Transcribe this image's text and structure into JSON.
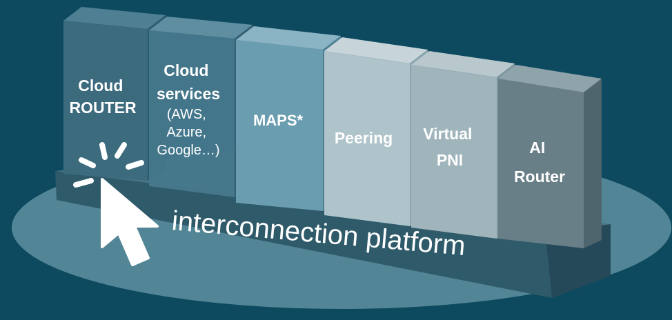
{
  "diagram": {
    "platform_label": "interconnection platform",
    "modules": [
      {
        "id": "cloud-router",
        "lines": [
          "Cloud",
          "ROUTER"
        ],
        "sub_lines": []
      },
      {
        "id": "cloud-services",
        "lines": [
          "Cloud",
          "services"
        ],
        "sub_lines": [
          "(AWS,",
          "Azure,",
          "Google…)"
        ]
      },
      {
        "id": "maps",
        "lines": [
          "MAPS*"
        ],
        "sub_lines": []
      },
      {
        "id": "peering",
        "lines": [
          "Peering"
        ],
        "sub_lines": []
      },
      {
        "id": "virtual-pni",
        "lines": [
          "Virtual",
          "PNI"
        ],
        "sub_lines": []
      },
      {
        "id": "ai-router",
        "lines": [
          "AI",
          "Router"
        ],
        "sub_lines": []
      }
    ],
    "colors": {
      "background": "#0d4a60",
      "ellipse": "#5f8f9f",
      "platform_front": "#2f5a6a",
      "platform_top": "#4a7585",
      "cursor": "#ffffff"
    }
  }
}
